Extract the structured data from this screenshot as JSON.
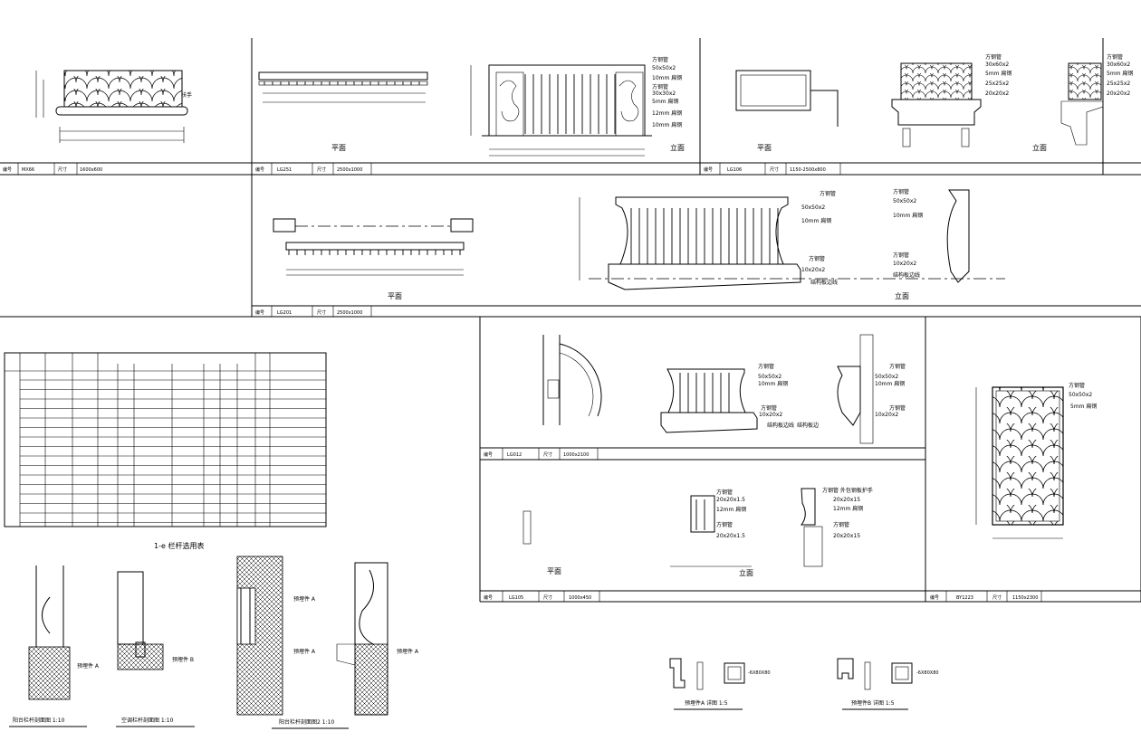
{
  "drawing": {
    "labels": {
      "ping_mian": "平面",
      "li_mian": "立面",
      "bian_hao": "编号",
      "chi_cun": "尺寸",
      "ju_xing": "扶手"
    },
    "callouts": {
      "fang_gang_guan": "方钢管",
      "sq_50": "50x50x2",
      "sq_30x60": "30x60x2",
      "sq_30": "30x30x2",
      "sq_25": "25x25x2",
      "sq_20": "20x20x2",
      "sq_10": "10x20x2",
      "sq_20_15": "20x20x1.5",
      "sq_20_15b": "20x20x15",
      "mm5": "5mm 扁钢",
      "mm10": "10mm 扁钢",
      "mm12": "12mm 扁钢",
      "fang_gang": "方钢",
      "fang_gang_guan_detail": "方钢管 外包钢板护手",
      "shi_ban": "结构板边线",
      "ban_bian": "结构板边",
      "mao_jian": "预埋件 A",
      "mao_jian_b": "预埋件 B",
      "dim_small": "-6X80X80"
    },
    "titles": {
      "table_title": "1-e 栏杆选用表",
      "sec1": "阳台栏杆剖面图 1:10",
      "sec2": "空调栏杆剖面图 1:10",
      "sec3": "阳台栏杆剖面图2 1:10",
      "det_a": "预埋件A 详图 1:5",
      "det_b": "预埋件B 详图 1:5"
    },
    "codes": {
      "p1_code": "MX66",
      "p1_size": "1600x600",
      "p2_code": "LG251",
      "p2_size": "2500x1000",
      "p3_code": "LG106",
      "p3_size": "1150-2500x800",
      "p4_code": "LG201",
      "p4_size": "2500x1000",
      "p5_code": "LG012",
      "p5_size": "1000x2100",
      "p6_code": "LG105",
      "p6_size": "1000x450",
      "p7_code": "BY1223",
      "p7_size": "1150x2300"
    }
  }
}
